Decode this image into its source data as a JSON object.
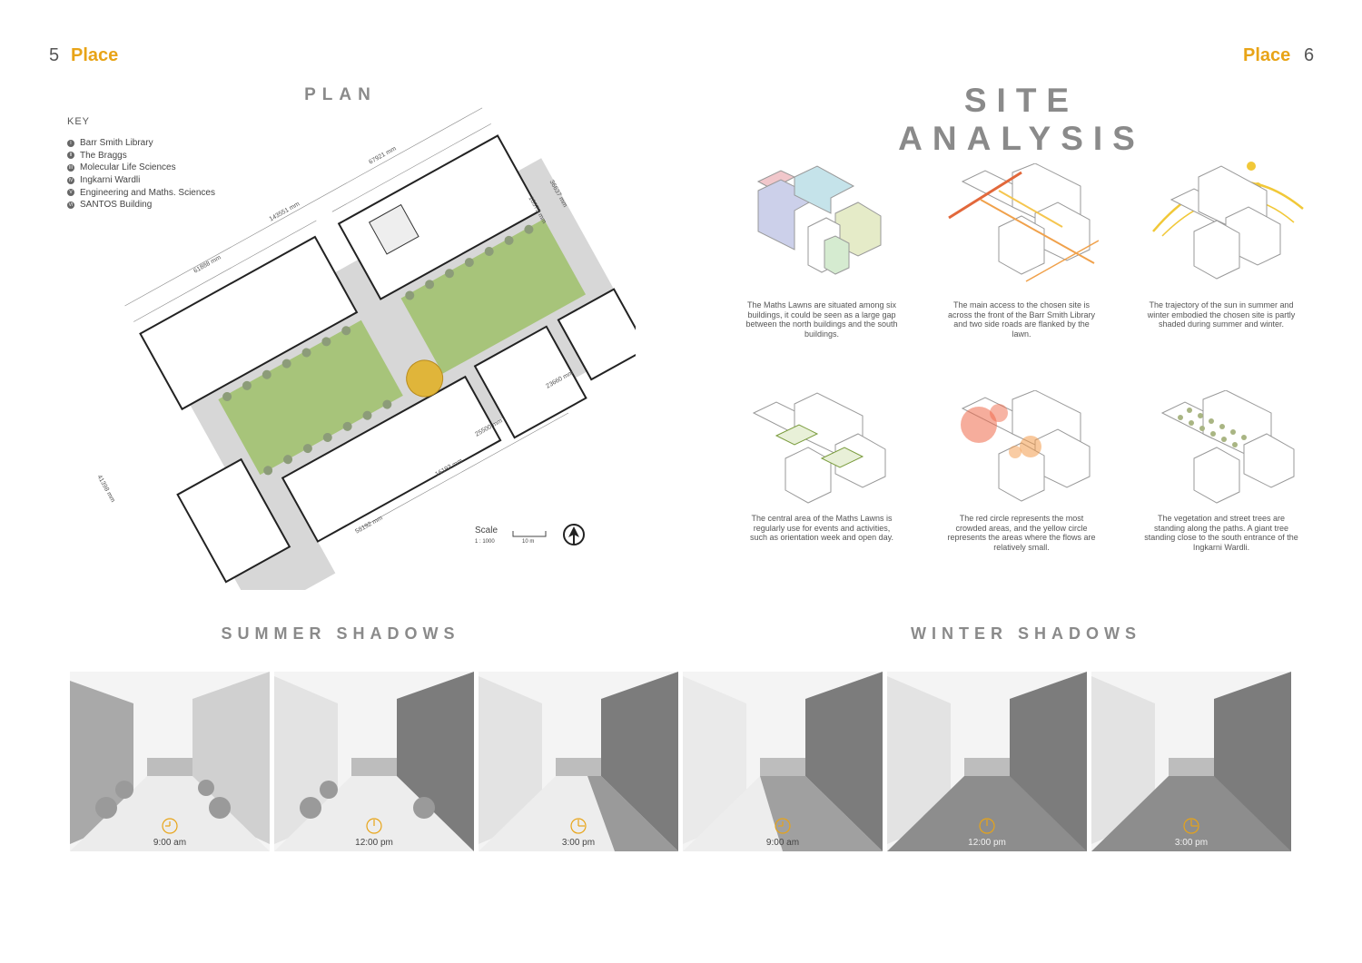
{
  "pages": {
    "left_number": "5",
    "left_label": "Place",
    "right_label": "Place",
    "right_number": "6"
  },
  "plan": {
    "title": "PLAN",
    "key_title": "KEY",
    "key_items": [
      {
        "num": "I",
        "label": "Barr Smith Library"
      },
      {
        "num": "II",
        "label": "The Braggs"
      },
      {
        "num": "III",
        "label": "Molecular Life Sciences"
      },
      {
        "num": "IV",
        "label": "Ingkarni Wardli"
      },
      {
        "num": "V",
        "label": "Engineering and Maths. Sciences"
      },
      {
        "num": "VI",
        "label": "SANTOS Building"
      }
    ],
    "dimensions": [
      "143551 mm",
      "67921 mm",
      "61888 mm",
      "36637 mm",
      "18373 mm",
      "23660 mm",
      "25500 mm",
      "16193 mm",
      "58192 mm",
      "41398 mm"
    ],
    "scale_label": "Scale",
    "scale_ratio": "1 : 1000",
    "scale_length": "10 m"
  },
  "analysis": {
    "title": "SITE ANALYSIS",
    "captions": [
      "The Maths Lawns are situated among six buildings, it could be seen as a large gap between the north buildings and the south buildings.",
      "The main access to the chosen site is across the front of the Barr Smith Library and two side roads are flanked by the lawn.",
      "The trajectory of the sun in summer and winter embodied the chosen site is partly shaded during summer and winter.",
      "The central area of the Maths Lawns is regularly use for events and activities, such as orientation week and open day.",
      "The red circle represents the most crowded areas, and the yellow circle represents the areas where the flows are relatively small.",
      "The vegetation and street trees are standing along the paths. A giant tree standing close to the south entrance of the Ingkarni Wardli."
    ]
  },
  "shadows": {
    "summer_title": "SUMMER SHADOWS",
    "winter_title": "WINTER SHADOWS",
    "times": [
      "9:00 am",
      "12:00 pm",
      "3:00 pm",
      "9:00 am",
      "12:00 pm",
      "3:00 pm"
    ]
  },
  "colors": {
    "accent": "#e8a417",
    "lawn": "#a7c47a",
    "heading": "#8a8a8a"
  }
}
